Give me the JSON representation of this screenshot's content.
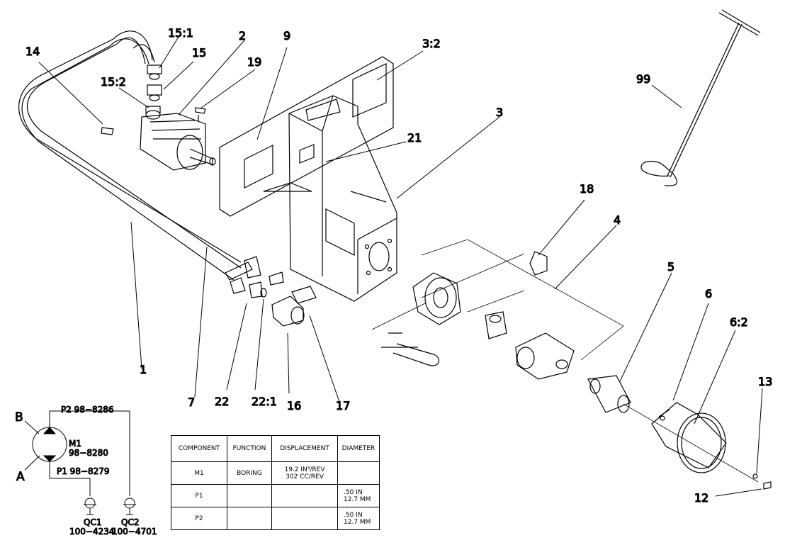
{
  "callouts": [
    "15:1",
    "2",
    "9",
    "3:2",
    "14",
    "15",
    "19",
    "15:2",
    "99",
    "3",
    "21",
    "18",
    "4",
    "5",
    "6",
    "6:2",
    "13",
    "1",
    "7",
    "22",
    "22:1",
    "16",
    "17",
    "12"
  ],
  "schematic": {
    "port_b": "B",
    "port_a": "A",
    "p2": "P2 98−8286",
    "m1_name": "M1",
    "m1_part": "98−8280",
    "p1": "P1 98−8279",
    "qc1_name": "QC1",
    "qc1_part": "100−4234",
    "qc2_name": "QC2",
    "qc2_part": "100−4701"
  },
  "table": {
    "headers": [
      "COMPONENT",
      "FUNCTION",
      "DISPLACEMENT",
      "DIAMETER"
    ],
    "rows": [
      {
        "component": "M1",
        "function": "BORING",
        "disp1": "19.2 IN³/REV",
        "disp2": "302 CC/REV",
        "dia1": "",
        "dia2": ""
      },
      {
        "component": "P1",
        "function": "",
        "disp1": "",
        "disp2": "",
        "dia1": ".50 IN",
        "dia2": "12.7 MM"
      },
      {
        "component": "P2",
        "function": "",
        "disp1": "",
        "disp2": "",
        "dia1": ".50 IN",
        "dia2": "12.7 MM"
      }
    ]
  }
}
